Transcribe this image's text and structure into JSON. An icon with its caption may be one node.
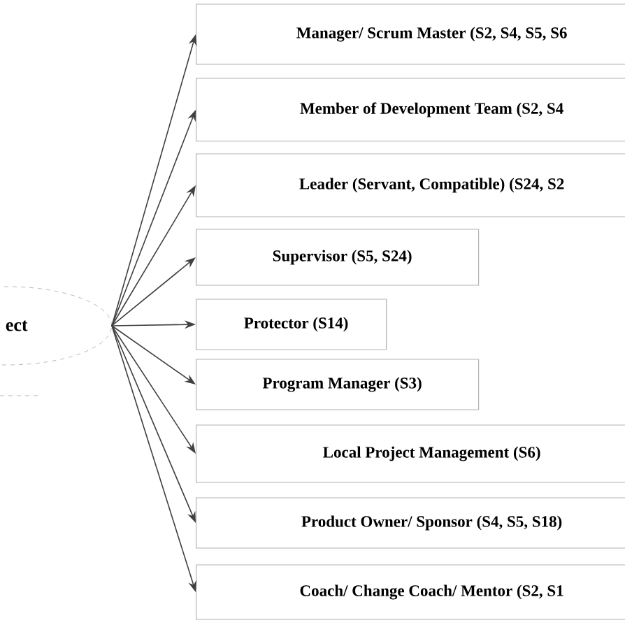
{
  "diagram": {
    "nodes": [
      {
        "text": [
          "ect"
        ]
      },
      {
        "text": [
          "Manager/ Scrum Master (S2, S4, S5, S6"
        ]
      },
      {
        "text": [
          "Member of Development Team (S2, S4"
        ]
      },
      {
        "text": [
          "Leader (Servant, Compatible) (S24, S2"
        ]
      },
      {
        "text": [
          "Supervisor (S5, S24)"
        ]
      },
      {
        "text": [
          "Protector (S14)"
        ]
      },
      {
        "text": [
          "Program Manager (S3)"
        ]
      },
      {
        "text": [
          "Local Project Management (S6)"
        ]
      },
      {
        "text": [
          "Product  Owner/ Sponsor (S4, S5, S18)"
        ]
      },
      {
        "text": [
          "Coach/ Change Coach/ Mentor (S2, S1"
        ]
      }
    ],
    "edges": [
      {
        "from": 0,
        "to": 1,
        "arrow": "to"
      },
      {
        "from": 0,
        "to": 2,
        "arrow": "to"
      },
      {
        "from": 0,
        "to": 3,
        "arrow": "to"
      },
      {
        "from": 0,
        "to": 4,
        "arrow": "to"
      },
      {
        "from": 0,
        "to": 5,
        "arrow": "to"
      },
      {
        "from": 0,
        "to": 6,
        "arrow": "to"
      },
      {
        "from": 0,
        "to": 7,
        "arrow": "to"
      },
      {
        "from": 0,
        "to": 8,
        "arrow": "to"
      },
      {
        "from": 0,
        "to": 9,
        "arrow": "to"
      }
    ]
  }
}
